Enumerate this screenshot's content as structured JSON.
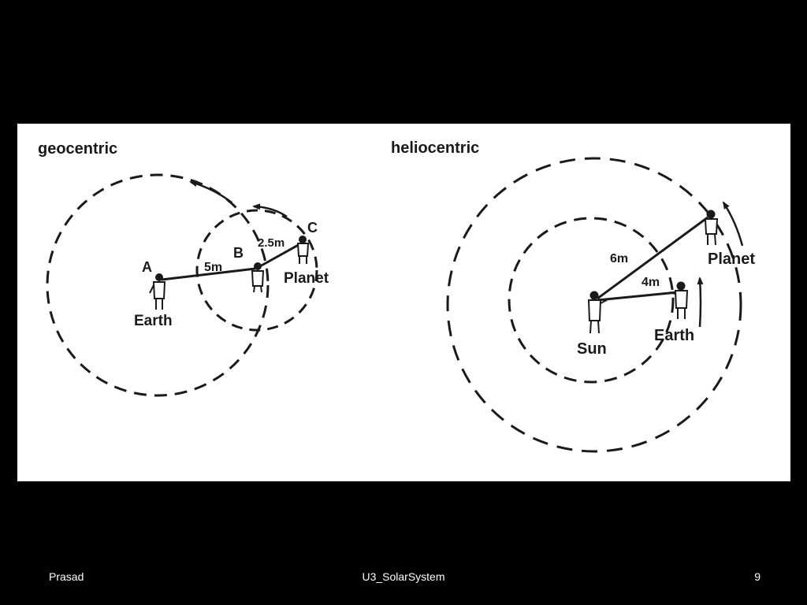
{
  "geocentric": {
    "title": "geocentric",
    "label_a": "A",
    "label_b": "B",
    "label_c": "C",
    "distance_ab": "5m",
    "distance_bc": "2.5m",
    "earth_label": "Earth",
    "planet_label": "Planet"
  },
  "heliocentric": {
    "title": "heliocentric",
    "distance_sun_planet": "6m",
    "distance_sun_earth": "4m",
    "sun_label": "Sun",
    "earth_label": "Earth",
    "planet_label": "Planet"
  },
  "footer": {
    "left": "Prasad",
    "center": "U3_SolarSystem",
    "page_number": "9"
  }
}
